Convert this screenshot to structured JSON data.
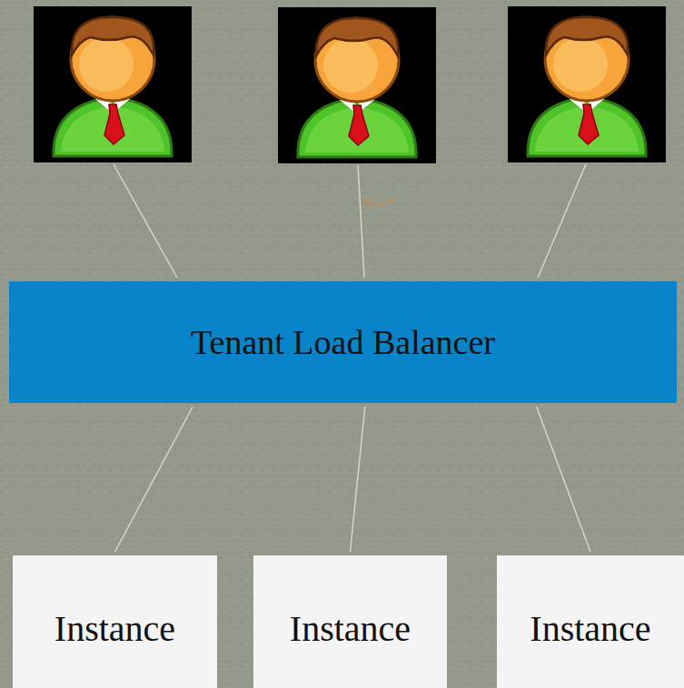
{
  "diagram": {
    "nodes": [
      {
        "text": [
          "Tenant Load Balancer"
        ]
      },
      {
        "text": [
          "Instance"
        ]
      },
      {
        "text": [
          "Instance"
        ]
      },
      {
        "text": [
          "Instance"
        ]
      }
    ],
    "edges": [
      {
        "from": 0,
        "to": 1,
        "arrow": "none"
      },
      {
        "from": 0,
        "to": 2,
        "arrow": "none"
      },
      {
        "from": 0,
        "to": 3,
        "arrow": "none"
      }
    ]
  }
}
